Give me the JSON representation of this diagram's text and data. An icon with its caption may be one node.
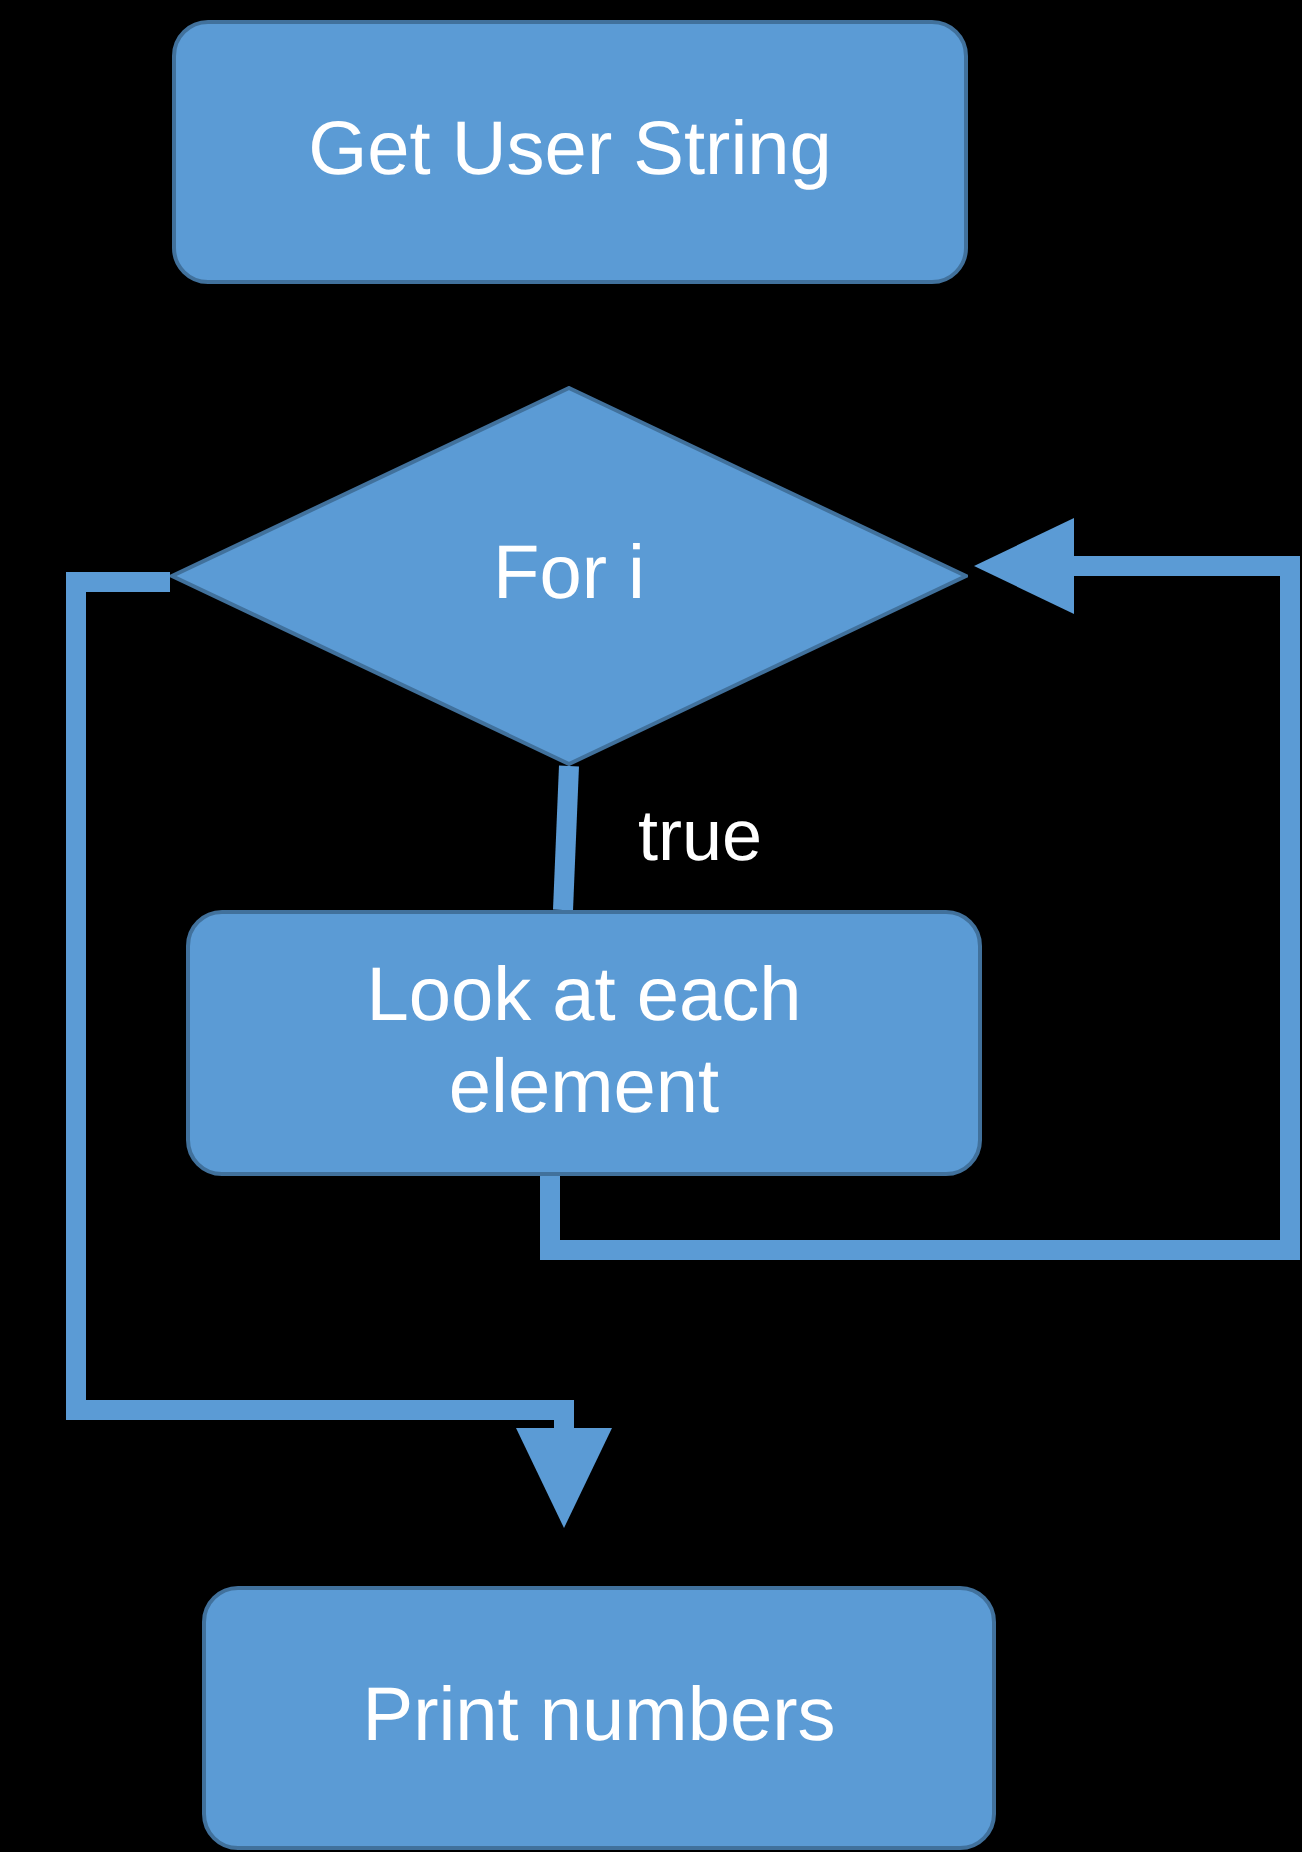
{
  "diagram": {
    "nodes": [
      {
        "text": [
          "Get User String"
        ]
      },
      {
        "text": [
          "For i"
        ]
      },
      {
        "text": [
          "Look at each element"
        ]
      },
      {
        "text": [
          "Print numbers"
        ]
      }
    ],
    "edges": [
      {
        "from": 1,
        "to": 2,
        "arrow": "none",
        "label": "true"
      },
      {
        "from": 2,
        "to": 1,
        "arrow": "to"
      },
      {
        "from": 1,
        "to": 3,
        "arrow": "to"
      }
    ]
  }
}
